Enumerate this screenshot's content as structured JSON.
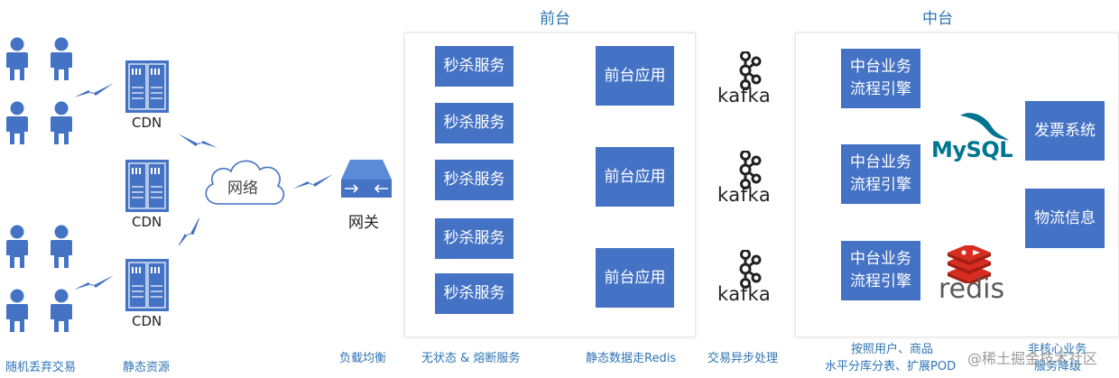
{
  "titles": {
    "front": "前台",
    "middle": "中台"
  },
  "users_caption": "随机丢弃交易",
  "cdn": {
    "label": "CDN",
    "caption": "静态资源"
  },
  "network_label": "网络",
  "gateway": {
    "label": "网关",
    "caption": "负载均衡"
  },
  "front": {
    "seckill_label": "秒杀服务",
    "app_label": "前台应用",
    "caption_seckill": "无状态 & 熔断服务",
    "caption_app": "静态数据走Redis"
  },
  "kafka": {
    "label": "kafka",
    "caption": "交易异步处理"
  },
  "middle": {
    "engine_line1": "中台业务",
    "engine_line2": "流程引擎",
    "mysql_label": "MySQL",
    "redis_label": "redis",
    "invoice_label": "发票系统",
    "logistics_label": "物流信息",
    "caption_engine_line1": "按照用户、商品",
    "caption_engine_line2": "水平分库分表、扩展POD",
    "caption_side_line1": "非核心业务",
    "caption_side_line2": "服务降级"
  },
  "watermark": "@稀土掘金技术社区",
  "colors": {
    "box": "#4472c4",
    "caption": "#2e74b5",
    "kafka": "#222222",
    "mysql_blue": "#00758f",
    "mysql_orange": "#f29111",
    "redis_red": "#d82c20"
  }
}
